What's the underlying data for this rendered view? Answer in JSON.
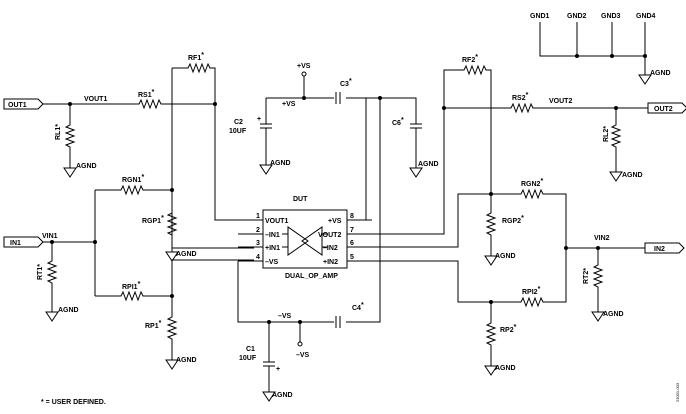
{
  "ports": {
    "out1": "OUT1",
    "out2": "OUT2",
    "in1": "IN1",
    "in2": "IN2"
  },
  "nets": {
    "vout1": "VOUT1",
    "vout2": "VOUT2",
    "vin1": "VIN1",
    "vin2": "VIN2"
  },
  "supply": {
    "pos": "+VS",
    "neg": "–VS"
  },
  "ground": "AGND",
  "gnd_labels": [
    "GND1",
    "GND2",
    "GND3",
    "GND4"
  ],
  "resistors": {
    "rs1": "RS1",
    "rs2": "RS2",
    "rf1": "RF1",
    "rf2": "RF2",
    "rl1": "RL1",
    "rl2": "RL2",
    "rgn1": "RGN1",
    "rgn2": "RGN2",
    "rgp1": "RGP1",
    "rgp2": "RGP2",
    "rpi1": "RPI1",
    "rpi2": "RPI2",
    "rp1": "RP1",
    "rp2": "RP2",
    "rt1": "RT1",
    "rt2": "RT2"
  },
  "capacitors": {
    "c1": "C1",
    "c2": "C2",
    "c3": "C3",
    "c4": "C4",
    "c6": "C6",
    "cap_value": "10UF"
  },
  "user_mark": "*",
  "dut": {
    "title": "DUT",
    "part": "DUAL_OP_AMP",
    "left_pins": [
      {
        "num": "1",
        "name": "VOUT1"
      },
      {
        "num": "2",
        "name": "–IN1"
      },
      {
        "num": "3",
        "name": "+IN1"
      },
      {
        "num": "4",
        "name": "–VS"
      }
    ],
    "right_pins": [
      {
        "num": "8",
        "name": "+VS"
      },
      {
        "num": "7",
        "name": "VOUT2"
      },
      {
        "num": "6",
        "name": "–IN2"
      },
      {
        "num": "5",
        "name": "+IN2"
      }
    ]
  },
  "footnote": "* = USER DEFINED.",
  "figure_id": "23001-003"
}
